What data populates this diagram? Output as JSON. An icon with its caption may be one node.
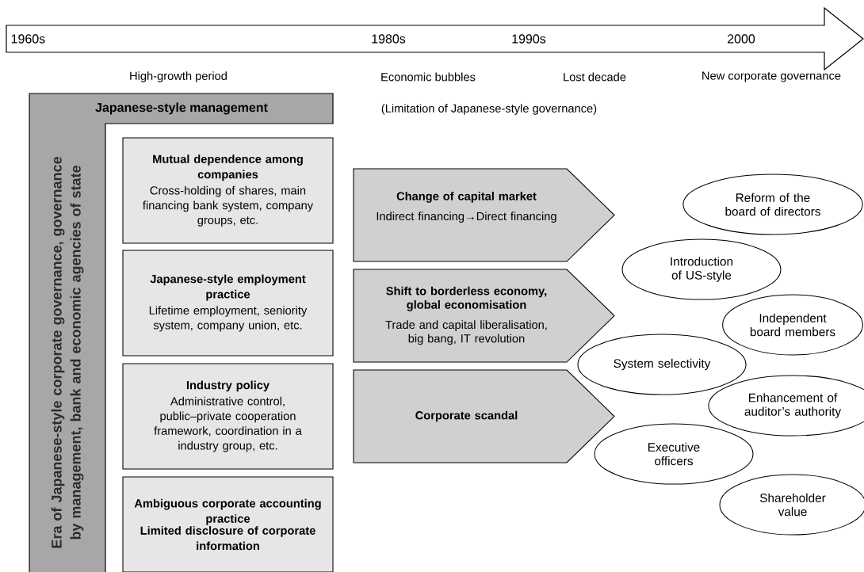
{
  "diagram": {
    "nodes": [
      {
        "text": [
          "1960s",
          "1980s",
          "1990s",
          "2000"
        ]
      },
      {
        "text": [
          "Japanese-style management",
          "Era of Japanese-style corporate governance, governance by management, bank and economic agencies of state"
        ]
      },
      {
        "text": [
          "Mutual dependence among companies",
          "Cross-holding of shares, main financing bank system, company groups, etc."
        ],
        "in": 1
      },
      {
        "text": [
          "Japanese-style employment practice",
          "Lifetime employment, seniority system, company union, etc."
        ],
        "in": 1
      },
      {
        "text": [
          "Industry policy",
          "Administrative control, public–private cooperation framework, coordination in a industry group, etc."
        ],
        "in": 1
      },
      {
        "text": [
          "Ambiguous corporate accounting practice",
          "Limited disclosure of corporate information"
        ],
        "in": 1
      },
      {
        "text": [
          "Change of capital market",
          "Indirect financing→Direct financing"
        ]
      },
      {
        "text": [
          "Shift to borderless economy, global economisation",
          "Trade and capital liberalisation, big bang, IT revolution"
        ]
      },
      {
        "text": [
          "Corporate scandal"
        ]
      },
      {
        "text": [
          "Reform of the board of directors"
        ]
      },
      {
        "text": [
          "Introduction of US-style"
        ]
      },
      {
        "text": [
          "Independent board members"
        ]
      },
      {
        "text": [
          "System selectivity"
        ]
      },
      {
        "text": [
          "Enhancement of auditor’s authority"
        ]
      },
      {
        "text": [
          "Executive officers"
        ]
      },
      {
        "text": [
          "Shareholder value"
        ]
      }
    ],
    "labels": [
      "High-growth period",
      "Economic bubbles",
      "Lost decade",
      "New corporate governance",
      "(Limitation of Japanese-style governance)"
    ]
  }
}
